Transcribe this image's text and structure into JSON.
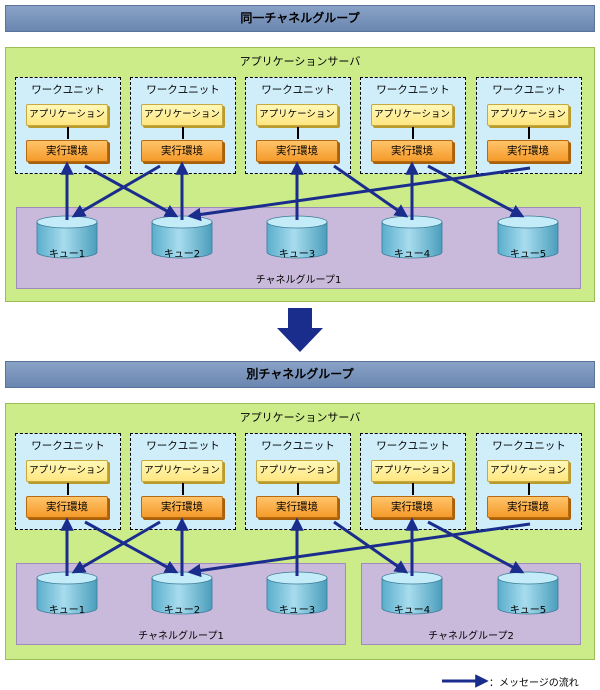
{
  "top": {
    "header": "同一チャネルグループ",
    "server_title": "アプリケーションサーバ",
    "work_units": [
      {
        "title": "ワークユニット",
        "app": "アプリケーション",
        "runtime": "実行環境"
      },
      {
        "title": "ワークユニット",
        "app": "アプリケーション",
        "runtime": "実行環境"
      },
      {
        "title": "ワークユニット",
        "app": "アプリケーション",
        "runtime": "実行環境"
      },
      {
        "title": "ワークユニット",
        "app": "アプリケーション",
        "runtime": "実行環境"
      },
      {
        "title": "ワークユニット",
        "app": "アプリケーション",
        "runtime": "実行環境"
      }
    ],
    "queues": [
      "キュー1",
      "キュー2",
      "キュー3",
      "キュー4",
      "キュー5"
    ],
    "groups": [
      "チャネルグループ1"
    ]
  },
  "bottom": {
    "header": "別チャネルグループ",
    "server_title": "アプリケーションサーバ",
    "work_units": [
      {
        "title": "ワークユニット",
        "app": "アプリケーション",
        "runtime": "実行環境"
      },
      {
        "title": "ワークユニット",
        "app": "アプリケーション",
        "runtime": "実行環境"
      },
      {
        "title": "ワークユニット",
        "app": "アプリケーション",
        "runtime": "実行環境"
      },
      {
        "title": "ワークユニット",
        "app": "アプリケーション",
        "runtime": "実行環境"
      },
      {
        "title": "ワークユニット",
        "app": "アプリケーション",
        "runtime": "実行環境"
      }
    ],
    "queues": [
      "キュー1",
      "キュー2",
      "キュー3",
      "キュー4",
      "キュー5"
    ],
    "groups": [
      "チャネルグループ1",
      "チャネルグループ2"
    ]
  },
  "legend": {
    "label": "：メッセージの流れ"
  },
  "colors": {
    "arrow": "#1a2d8c",
    "server": "#ccec8a",
    "work_unit": "#cfeefa",
    "group": "#c9b9da",
    "queue": "#7fc4dc"
  }
}
